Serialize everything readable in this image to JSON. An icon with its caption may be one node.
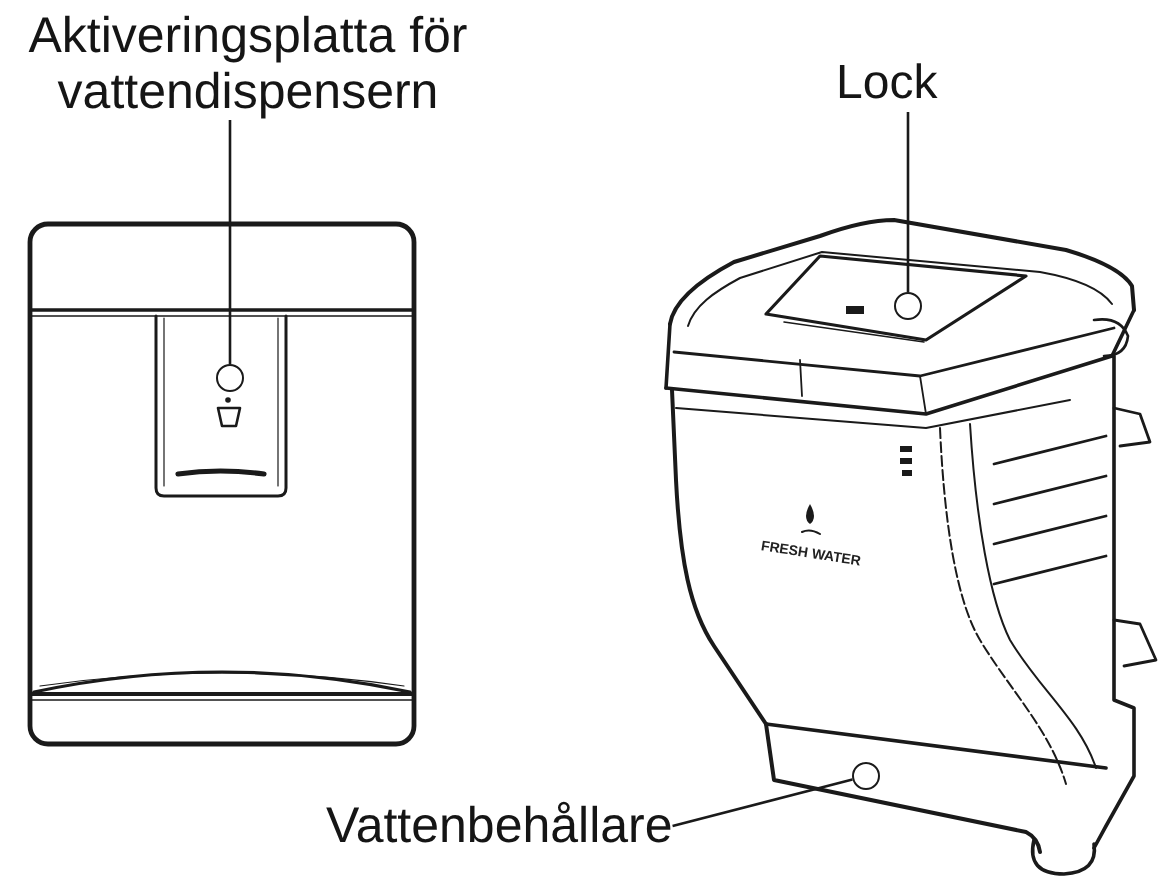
{
  "diagram": {
    "nodes": [
      {
        "text": [
          "Aktiveringsplatta för vattendispensern"
        ]
      },
      {
        "text": [],
        "shape": "circle"
      },
      {
        "text": [
          "Lock"
        ]
      },
      {
        "text": [],
        "shape": "circle"
      },
      {
        "text": [
          "Vattenbehållare"
        ]
      },
      {
        "text": [],
        "shape": "circle"
      }
    ],
    "edges": [
      {
        "from": 0,
        "to": 1,
        "arrow": "none"
      },
      {
        "from": 2,
        "to": 3,
        "arrow": "none"
      },
      {
        "from": 4,
        "to": 5,
        "arrow": "none"
      }
    ],
    "labels": [
      "FRESH WATER"
    ]
  }
}
